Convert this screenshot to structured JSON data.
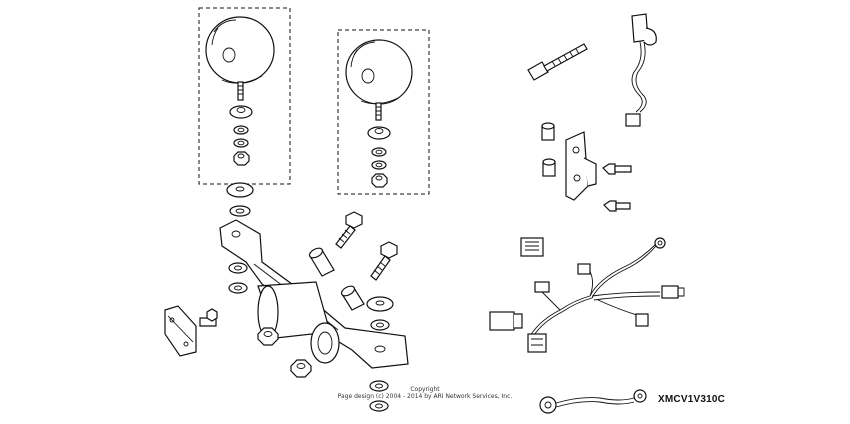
{
  "copyright": {
    "line1": "Copyright",
    "line2": "Page design (c) 2004 - 2014 by ARI Network Services, Inc."
  },
  "diagram_code": "XMCV1V310C"
}
